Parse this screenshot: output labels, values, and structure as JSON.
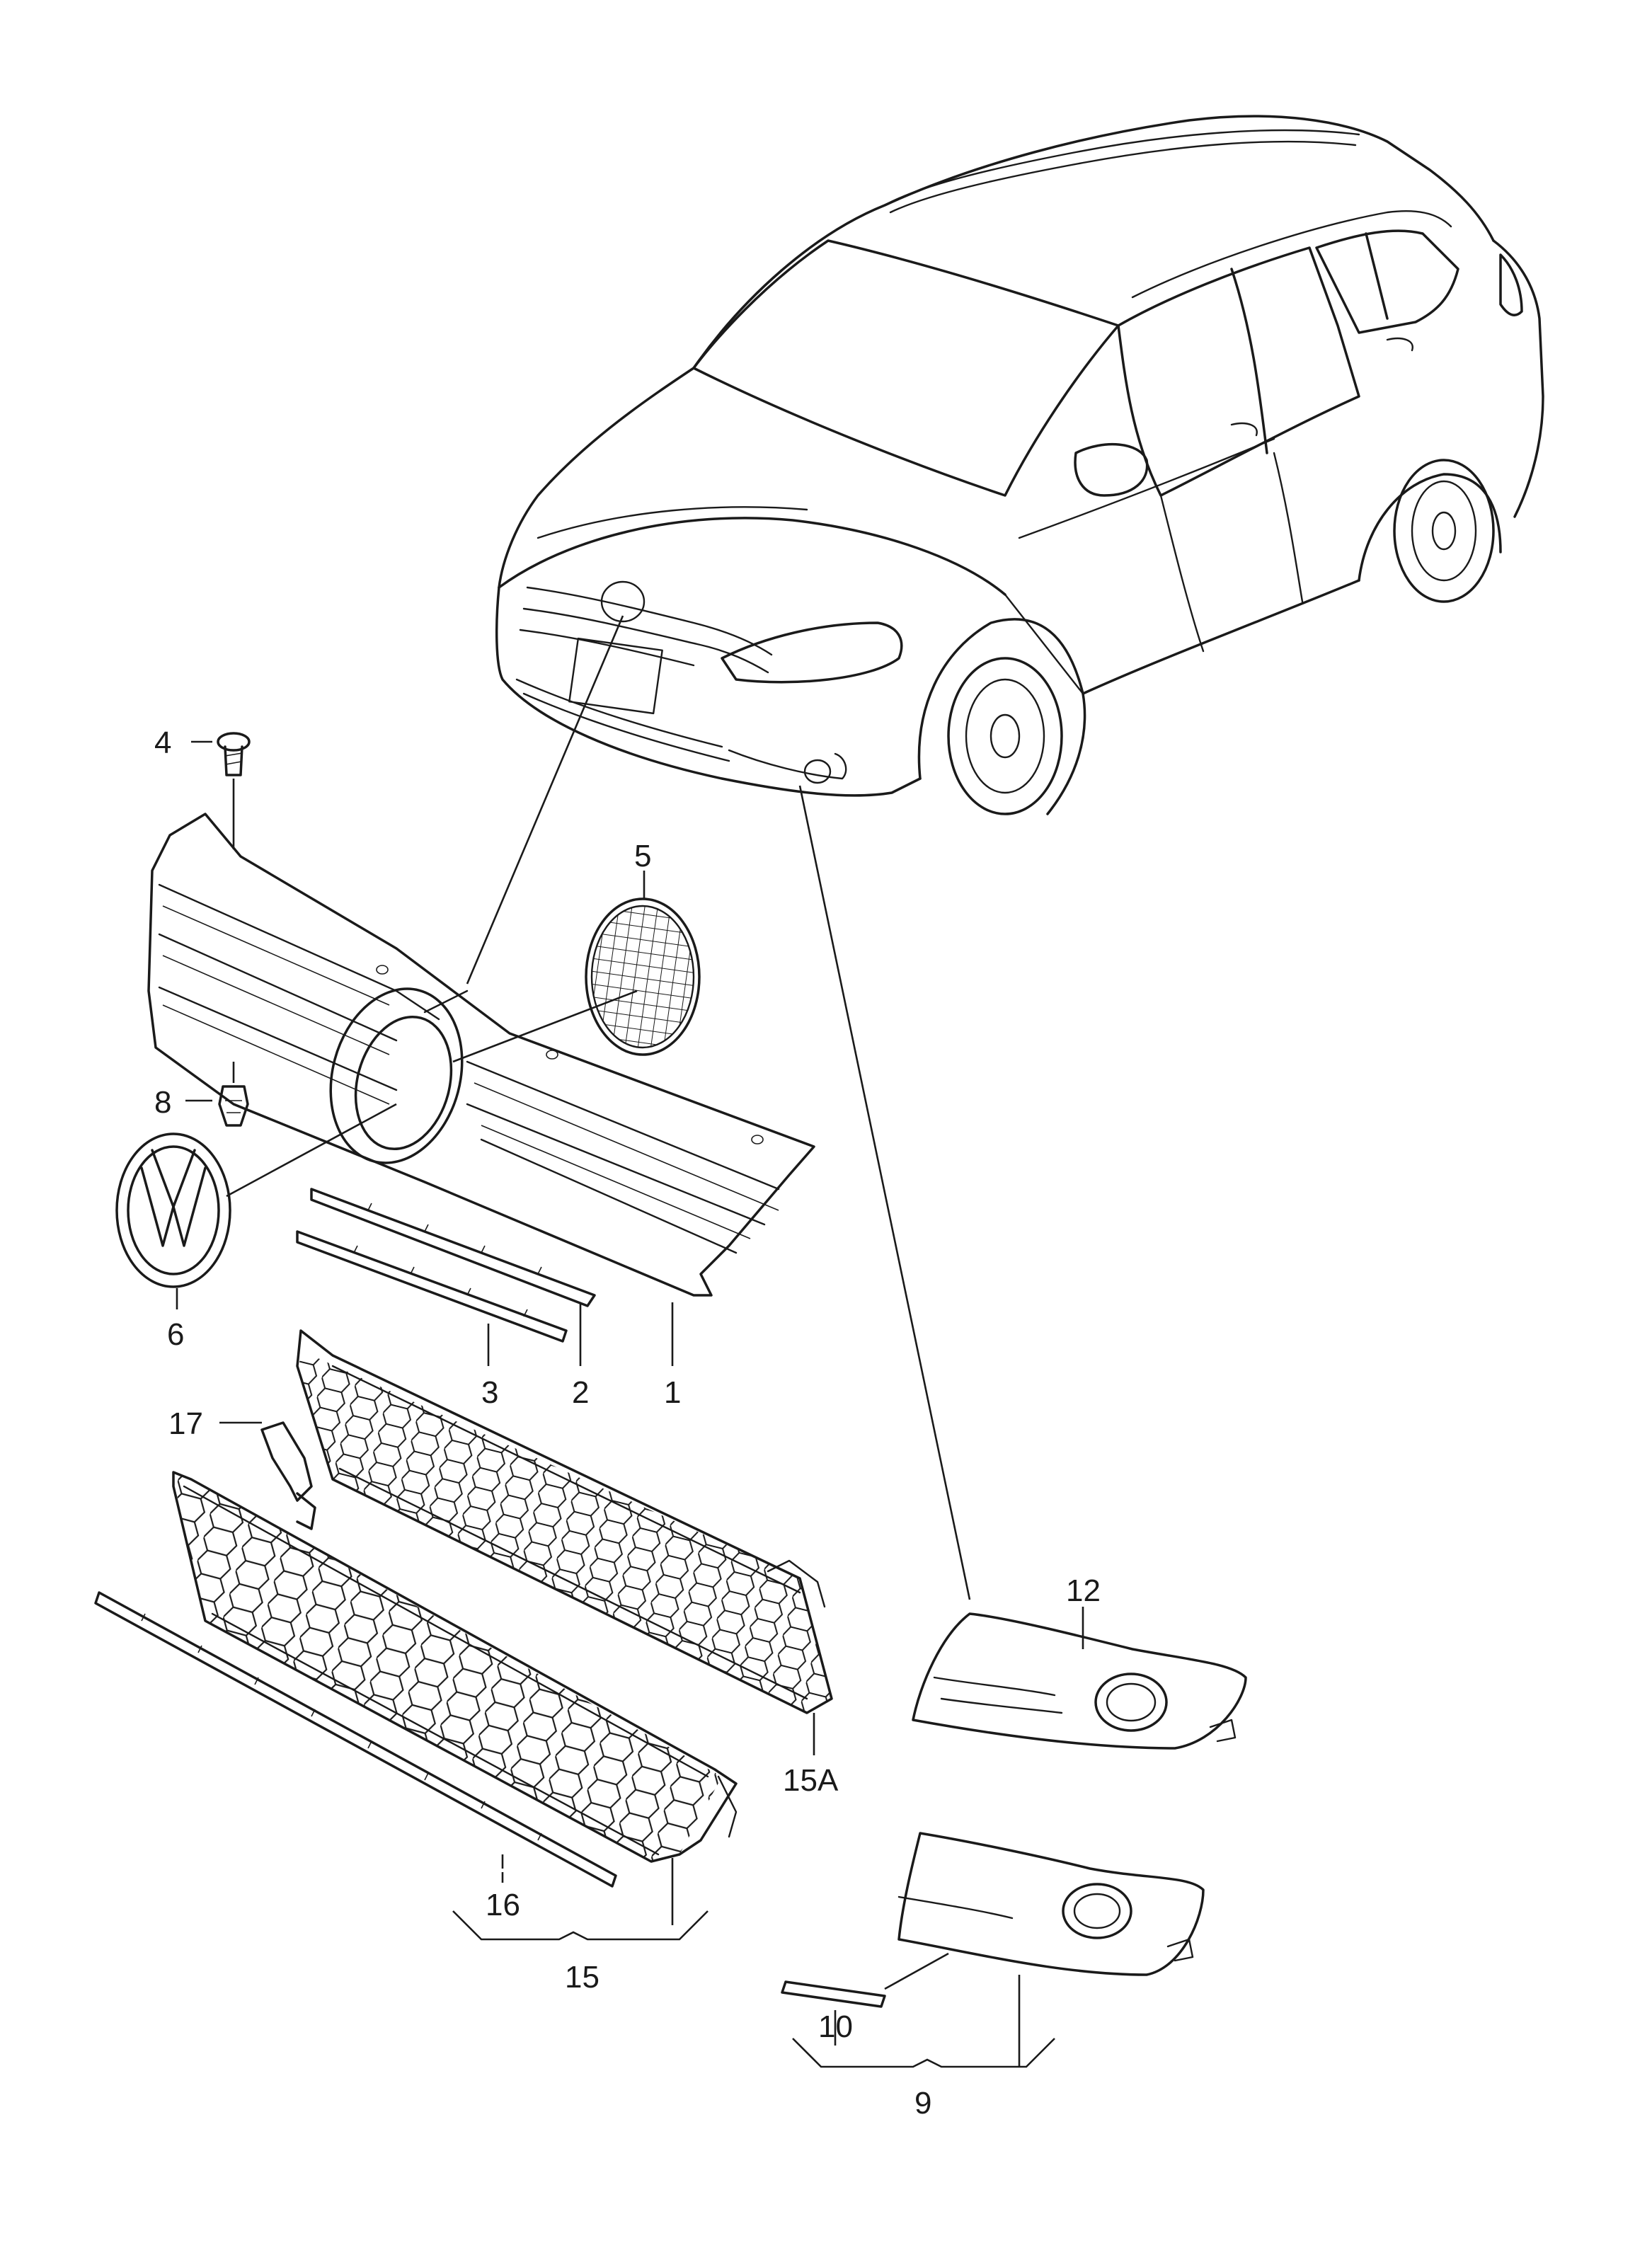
{
  "callouts": {
    "p1": "1",
    "p2": "2",
    "p3": "3",
    "p4": "4",
    "p5": "5",
    "p6": "6",
    "p8": "8",
    "p9": "9",
    "p10": "10",
    "p12": "12",
    "p15": "15",
    "p15a": "15A",
    "p16": "16",
    "p17": "17"
  }
}
